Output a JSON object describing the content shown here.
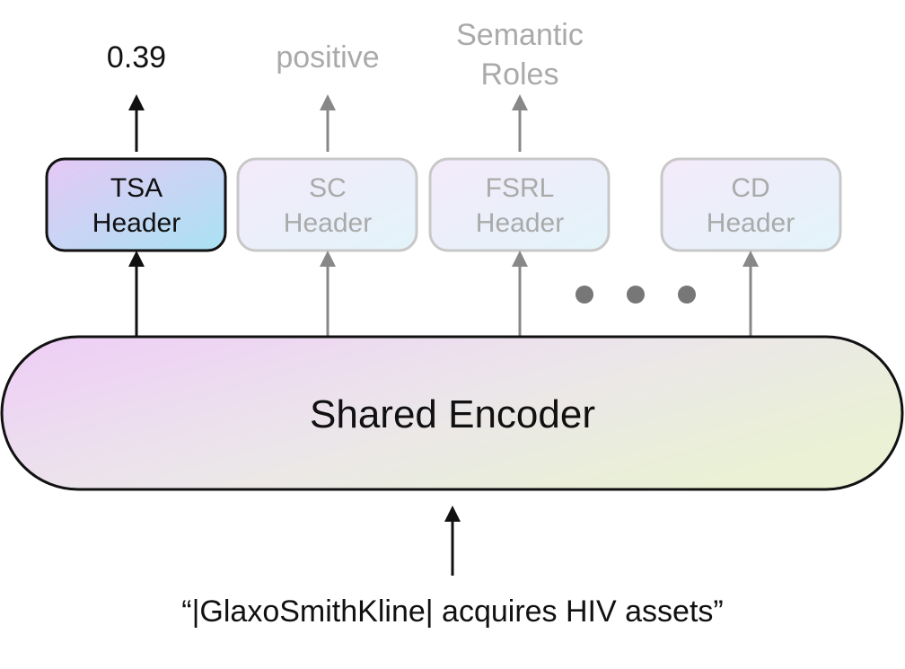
{
  "colors": {
    "active_stroke": "#111111",
    "faded_stroke": "#c8c8c8",
    "faded_text": "#aaaaaa",
    "arrow_faded": "#888888",
    "dots": "#777777",
    "grad_purple": "#e6c8f5",
    "grad_blue": "#a9e2f3",
    "enc_left": "#efcdf7",
    "enc_mid": "#ebe6ea",
    "enc_right": "#eaf1d4"
  },
  "heads": [
    {
      "id": "tsa",
      "line1": "TSA",
      "line2": "Header",
      "output_lines": [
        "0.39"
      ],
      "active": true
    },
    {
      "id": "sc",
      "line1": "SC",
      "line2": "Header",
      "output_lines": [
        "positive"
      ],
      "active": false
    },
    {
      "id": "fsrl",
      "line1": "FSRL",
      "line2": "Header",
      "output_lines": [
        "Semantic",
        "Roles"
      ],
      "active": false
    },
    {
      "id": "cd",
      "line1": "CD",
      "line2": "Header",
      "output_lines": [],
      "active": false
    }
  ],
  "ellipsis": "more-heads-dots",
  "encoder": {
    "label": "Shared Encoder"
  },
  "input": {
    "text": "“|GlaxoSmithKline| acquires HIV assets”"
  }
}
